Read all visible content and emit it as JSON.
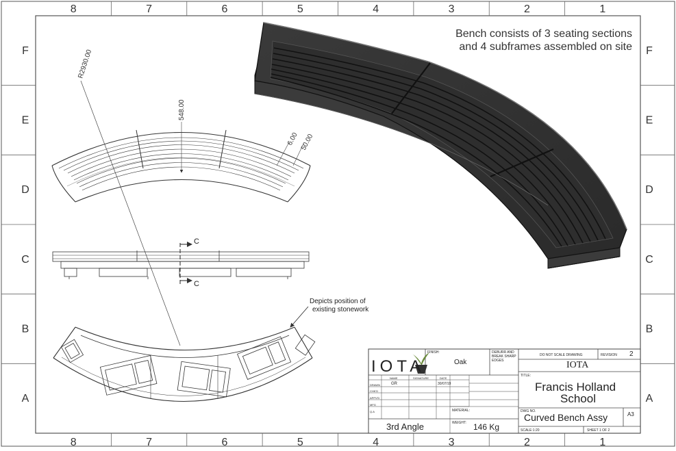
{
  "border": {
    "columns": [
      "8",
      "7",
      "6",
      "5",
      "4",
      "3",
      "2",
      "1"
    ],
    "rows": [
      "F",
      "E",
      "D",
      "C",
      "B",
      "A"
    ]
  },
  "note": {
    "line1": "Bench consists of 3 seating sections",
    "line2": "and 4 subframes assembled on site"
  },
  "plan_view": {
    "radius_dim": "R2930.00",
    "depth_dim": "548.00",
    "gap_dim": "6.00",
    "slat_dim": "50.00"
  },
  "section": {
    "marker": "C"
  },
  "annotation": {
    "line1": "Depicts position of",
    "line2": "existing stonework"
  },
  "title_block": {
    "logo_text": "IOTA",
    "finish_label": "FINISH:",
    "finish_value": "Oak",
    "deburr_lines": [
      "DEBURR AND",
      "BREAK SHARP",
      "EDGES"
    ],
    "do_not_scale": "DO NOT SCALE DRAWING",
    "revision_label": "REVISION",
    "revision_value": "2",
    "company": "IOTA",
    "col_name": "NAME",
    "col_signature": "SIGNATURE",
    "col_date": "DATE",
    "rows": [
      "DRAWN",
      "CHK'D",
      "APPV'D",
      "MFG",
      "Q.A"
    ],
    "drawn_name": "GR",
    "drawn_date": "30/07/19",
    "title_label": "TITLE:",
    "title_line1": "Francis Holland",
    "title_line2": "School",
    "material_label": "MATERIAL:",
    "dwg_label": "DWG NO.",
    "dwg_value": "Curved Bench Assy",
    "sheet_size": "A3",
    "projection": "3rd Angle",
    "weight_label": "WEIGHT:",
    "weight_value": "146 Kg",
    "scale": "SCALE:1:20",
    "sheet": "SHEET 1 OF 2"
  }
}
